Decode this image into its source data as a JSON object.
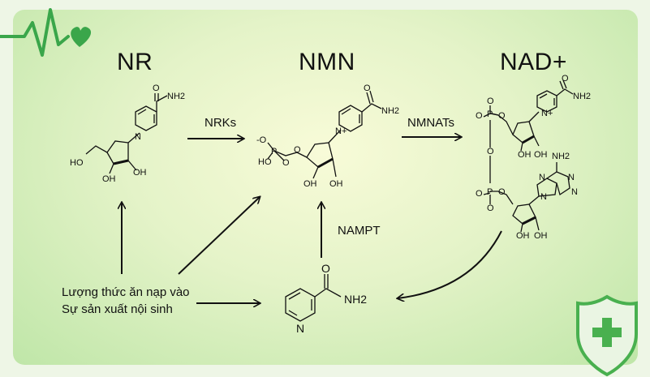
{
  "titles": {
    "nr": "NR",
    "nmn": "NMN",
    "nad": "NAD+"
  },
  "enzymes": {
    "nrks": "NRKs",
    "nmnats": "NMNATs",
    "nampt": "NAMPT"
  },
  "sources": {
    "line1": "Lượng thức ăn nạp vào",
    "line2": "Sự sản xuất nội sinh"
  },
  "atoms": {
    "o": "O",
    "nh2": "NH2",
    "n": "N",
    "oh": "OH",
    "ho": "HO",
    "p": "P",
    "n_plus": "N+",
    "o_minus": "-O"
  },
  "colors": {
    "card_center": "#f8fbd8",
    "card_edge": "#bfe6a8",
    "accent_green": "#3aa64a",
    "shield_green": "#49b04f"
  },
  "icons": [
    "heartbeat-icon",
    "shield-plus-icon"
  ]
}
